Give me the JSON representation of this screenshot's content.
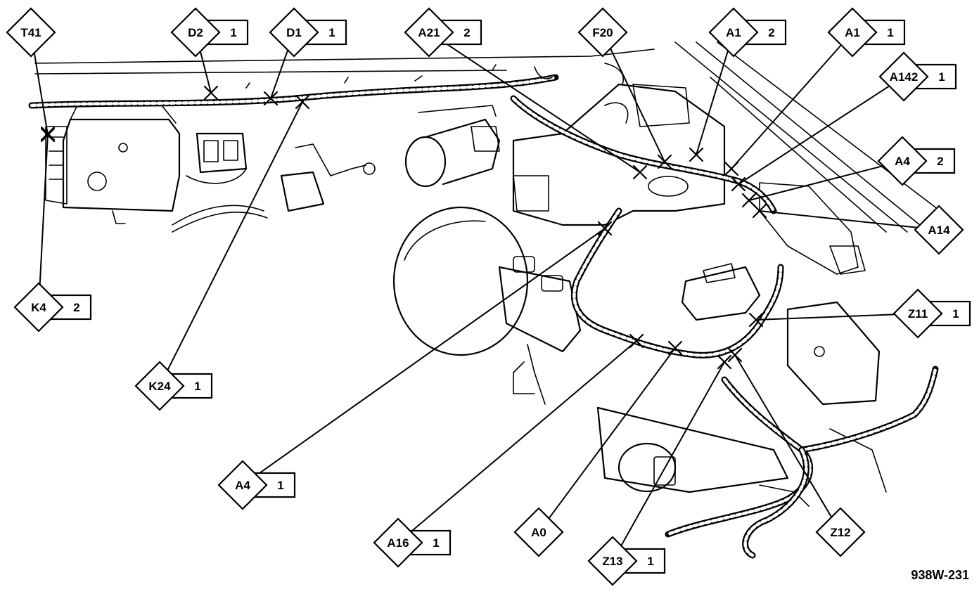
{
  "figure_id": "938W-231",
  "callouts": [
    {
      "id": "T41",
      "number": ""
    },
    {
      "id": "D2",
      "number": "1"
    },
    {
      "id": "D1",
      "number": "1"
    },
    {
      "id": "A21",
      "number": "2"
    },
    {
      "id": "F20",
      "number": ""
    },
    {
      "id": "A1",
      "number": "2"
    },
    {
      "id": "A1",
      "number": "1"
    },
    {
      "id": "A142",
      "number": "1"
    },
    {
      "id": "A4",
      "number": "2"
    },
    {
      "id": "A14",
      "number": ""
    },
    {
      "id": "K4",
      "number": "2"
    },
    {
      "id": "Z11",
      "number": "1"
    },
    {
      "id": "K24",
      "number": "1"
    },
    {
      "id": "A4",
      "number": "1"
    },
    {
      "id": "A16",
      "number": "1"
    },
    {
      "id": "A0",
      "number": ""
    },
    {
      "id": "Z13",
      "number": "1"
    },
    {
      "id": "Z12",
      "number": ""
    }
  ]
}
